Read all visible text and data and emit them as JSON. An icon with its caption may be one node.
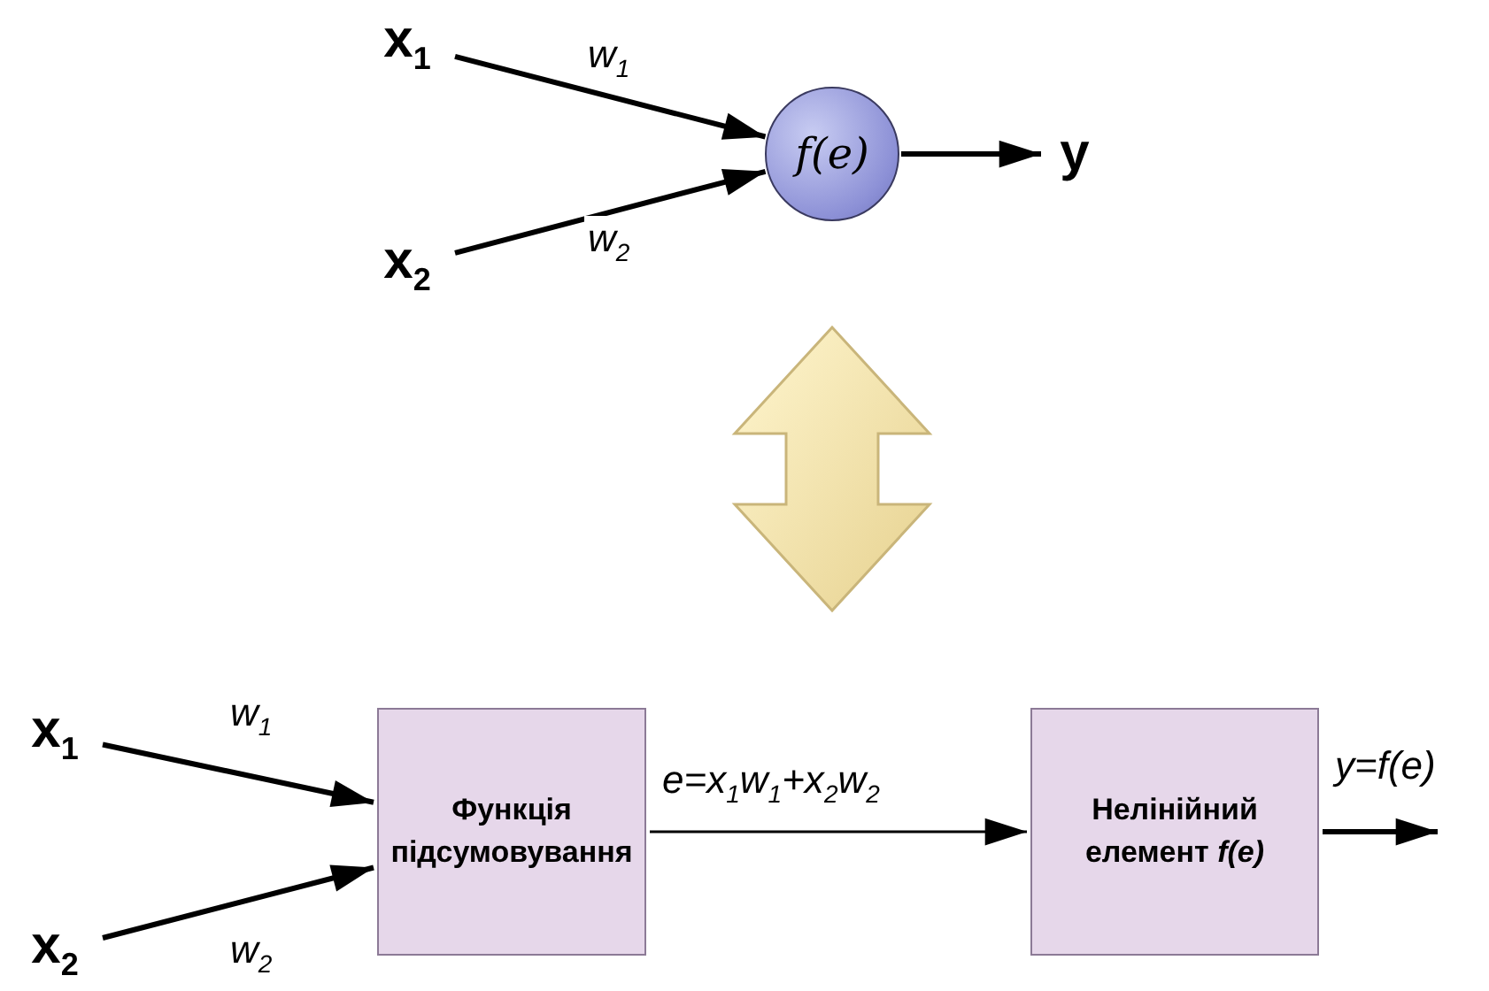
{
  "diagram": {
    "nodes": [
      {
        "text": [
          "x$_{1}$"
        ]
      },
      {
        "text": [
          "x$_{2}$"
        ]
      },
      {
        "text": [
          "f(e)"
        ]
      },
      {
        "text": [
          "y"
        ]
      },
      {
        "text": [
          "x$_{1}$"
        ]
      },
      {
        "text": [
          "x$_{2}$"
        ]
      },
      {
        "text": [
          "Функція підсумовування"
        ]
      },
      {
        "text": [
          "Нелінійний елемент *f(e)*"
        ]
      }
    ],
    "edges": [
      {
        "from": 0,
        "to": 2,
        "arrow": "to",
        "label": "w$_{1}$"
      },
      {
        "from": 1,
        "to": 2,
        "arrow": "to",
        "label": "w$_{2}$"
      },
      {
        "from": 2,
        "to": 3,
        "arrow": "to"
      },
      {
        "from": 4,
        "to": 6,
        "arrow": "to",
        "label": "w$_{1}$"
      },
      {
        "from": 5,
        "to": 6,
        "arrow": "to",
        "label": "w$_{2}$"
      },
      {
        "from": 6,
        "to": 7,
        "arrow": "to",
        "label": "e=x$_{1}$w$_{1}$+x$_{2}$w$_{2}$"
      },
      {
        "from": 7,
        "to": null,
        "arrow": "to",
        "label": "y=f(e)"
      }
    ]
  }
}
